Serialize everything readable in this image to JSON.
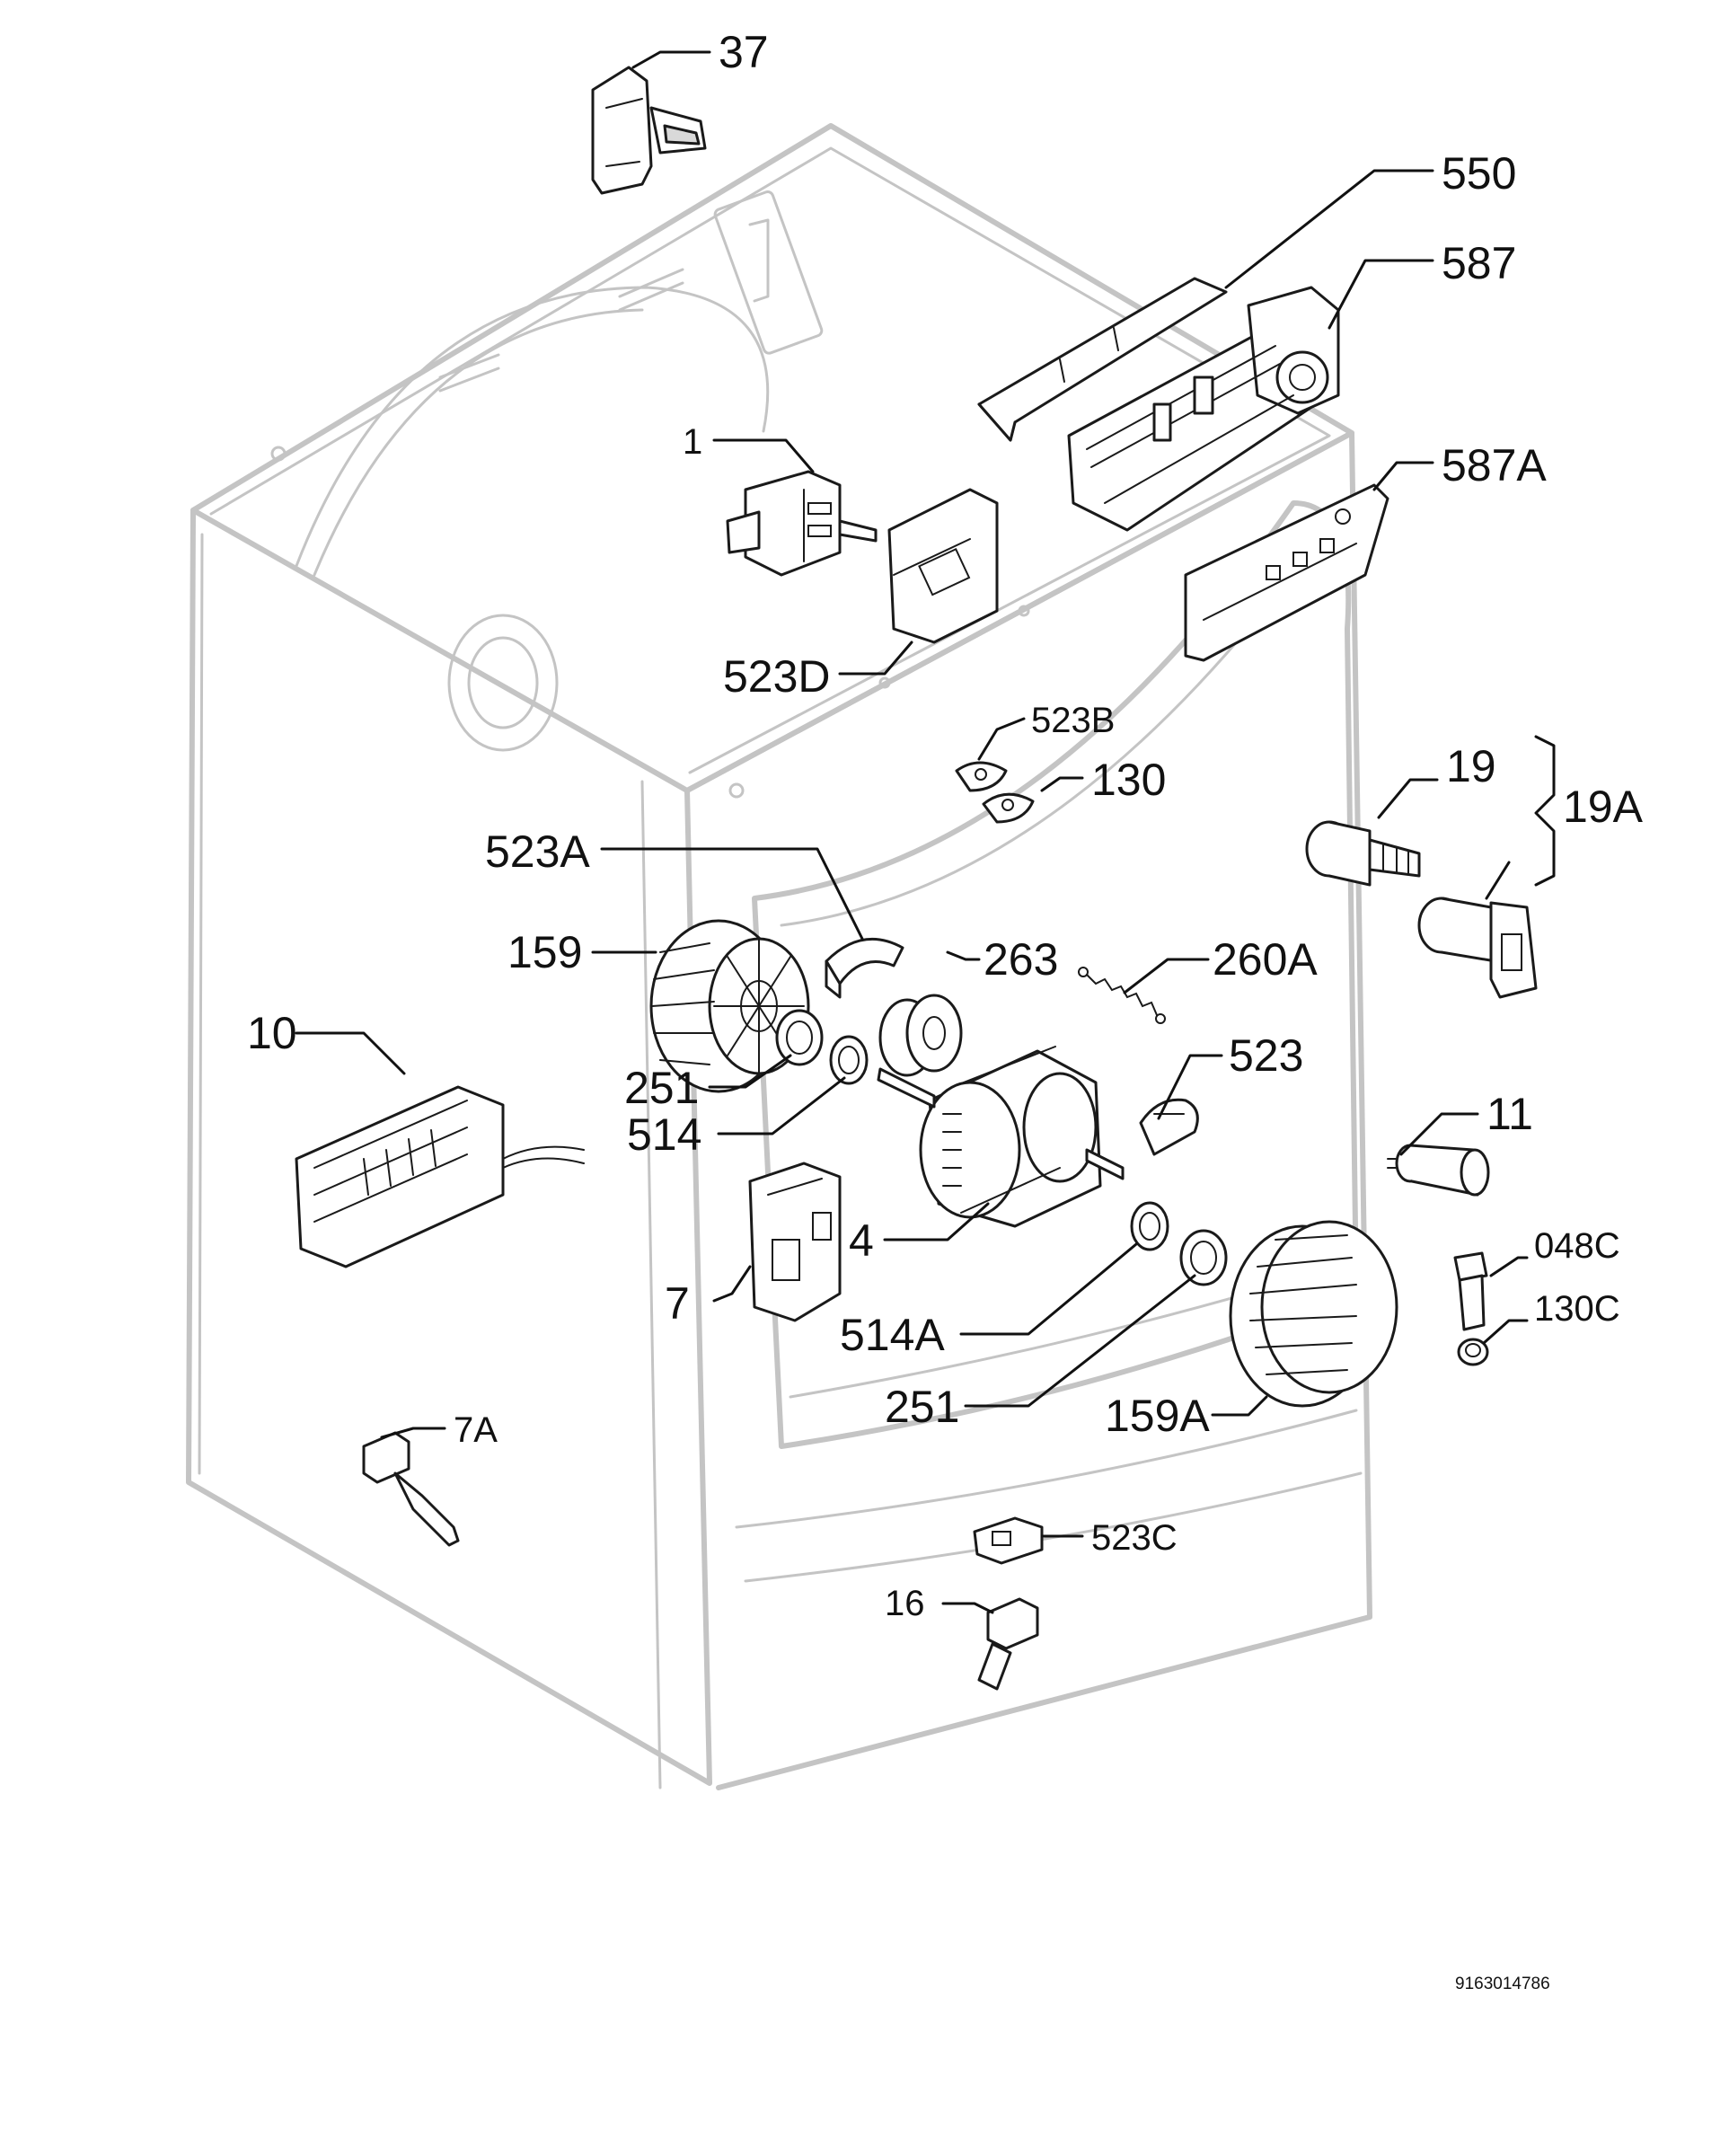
{
  "callouts": {
    "c37": "37",
    "c550": "550",
    "c587": "587",
    "c587A": "587A",
    "c1": "1",
    "c523D": "523D",
    "c523B": "523B",
    "c130": "130",
    "c19": "19",
    "c19A": "19A",
    "c523A": "523A",
    "c159": "159",
    "c263": "263",
    "c260A": "260A",
    "c10": "10",
    "c251a": "251",
    "c514": "514",
    "c523": "523",
    "c11": "11",
    "c4": "4",
    "c048C": "048C",
    "c7": "7",
    "c130C": "130C",
    "c514A": "514A",
    "c251b": "251",
    "c159A": "159A",
    "c7A": "7A",
    "c523C": "523C",
    "c16": "16"
  },
  "document_number": "9163014786"
}
